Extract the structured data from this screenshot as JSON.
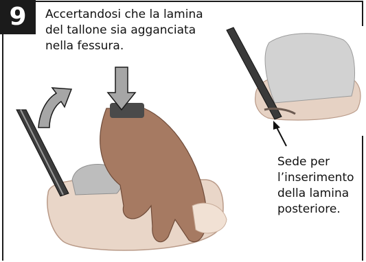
{
  "step": {
    "number": "9"
  },
  "instruction": {
    "lines": [
      "Accertandosi che la lamina",
      "del tallone sia agganciata",
      "nella fessura."
    ]
  },
  "callout": {
    "lines": [
      "Sede per",
      "l’inserimento",
      "della lamina",
      "posteriore."
    ]
  },
  "colors": {
    "frame": "#1a1a1a",
    "arrow_fill": "#a6a6a6",
    "badge": "#1b1b1b"
  }
}
